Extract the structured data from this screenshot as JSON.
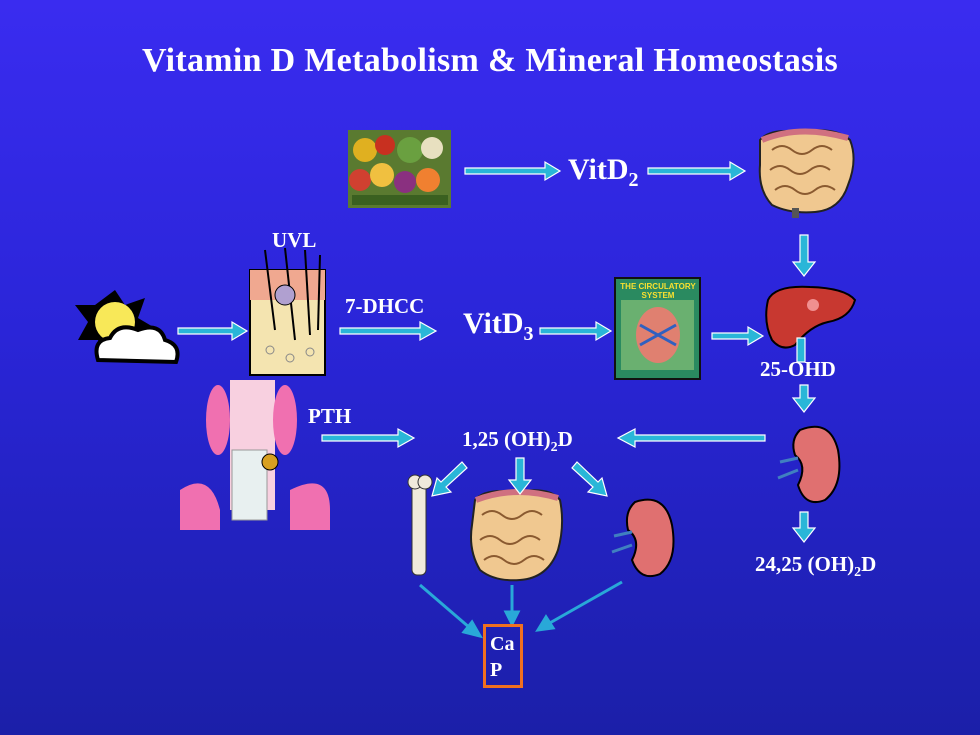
{
  "title": "Vitamin D Metabolism & Mineral Homeostasis",
  "labels": {
    "vitd2": "VitD",
    "vitd2_sub": "2",
    "uvl": "UVL",
    "dhcc": "7-DHCC",
    "vitd3": "VitD",
    "vitd3_sub": "3",
    "ohd25": "25-OHD",
    "pth": "PTH",
    "oh125_pre": "1,25 (OH)",
    "oh125_sub": "2",
    "oh125_post": "D",
    "oh2425_pre": "24,25 (OH)",
    "oh2425_sub": "2",
    "oh2425_post": "D",
    "ca": "Ca",
    "p": "P"
  },
  "book": {
    "title_line1": "THE CIRCULATORY",
    "title_line2": "SYSTEM"
  },
  "colors": {
    "arrow": "#29b6d8",
    "box_border": "#f07020",
    "text": "#ffffff"
  },
  "icons": [
    "vegetables-image",
    "intestine-icon",
    "sun-cloud-icon",
    "skin-section-icon",
    "circulatory-book-icon",
    "liver-icon",
    "kidney-icon",
    "parathyroid-icon",
    "bone-icon"
  ]
}
